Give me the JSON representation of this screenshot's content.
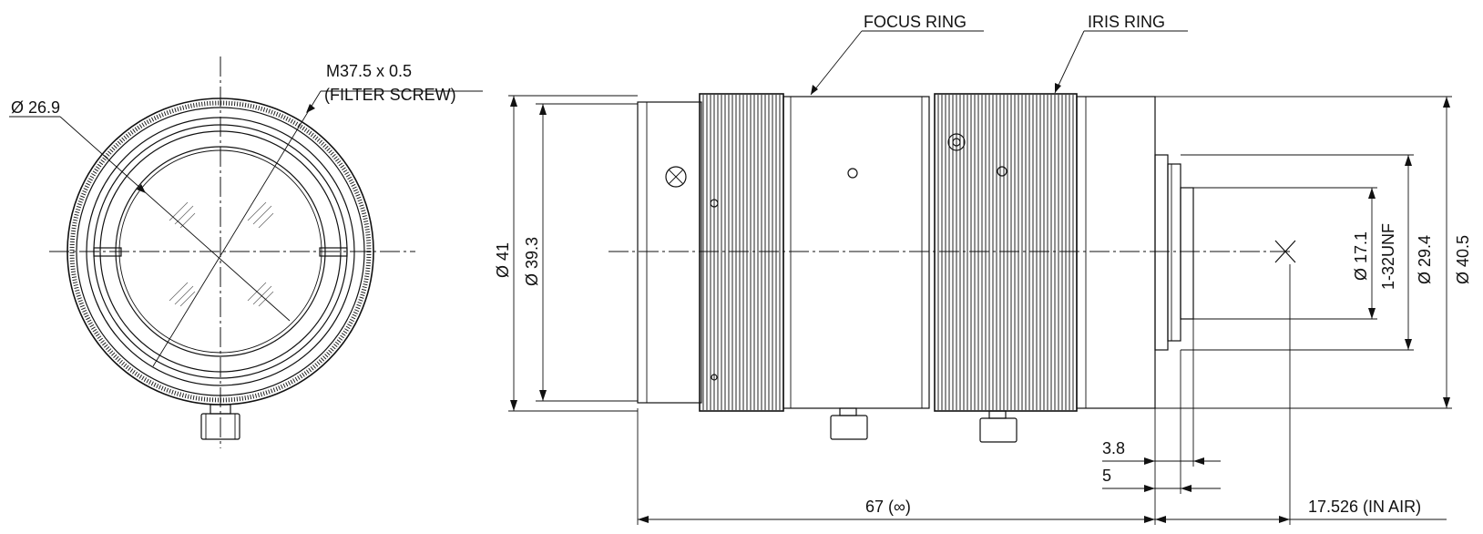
{
  "labels": {
    "focus_ring": "FOCUS RING",
    "iris_ring": "IRIS RING",
    "filter_thread": "M37.5 x 0.5",
    "filter_screw": "(FILTER SCREW)",
    "dia_26_9": "Ø 26.9",
    "dia_41": "Ø 41",
    "dia_39_3": "Ø 39.3",
    "dia_17_1": "Ø 17.1",
    "mount_thread": "1-32UNF",
    "dia_29_4": "Ø 29.4",
    "dia_40_5": "Ø 40.5",
    "dim_3_8": "3.8",
    "dim_5": "5",
    "dim_67": "67 (∞)",
    "dim_17_526": "17.526 (IN AIR)"
  },
  "colors": {
    "line": "#111111",
    "background": "#ffffff"
  }
}
